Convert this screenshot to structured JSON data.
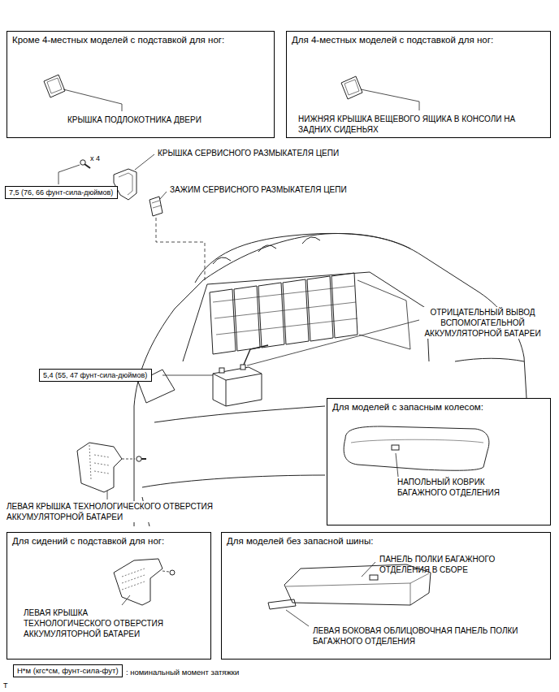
{
  "diagram": {
    "nodes": [
      {
        "text": [
          "Кроме 4-местных моделей с подставкой для ног:",
          "КРЫШКА ПОДЛОКОТНИКА ДВЕРИ"
        ]
      },
      {
        "text": [
          "Для 4-местных моделей с подставкой для ног:",
          "НИЖНЯЯ КРЫШКА ВЕЩЕВОГО ЯЩИКА В КОНСОЛИ НА ЗАДНИХ СИДЕНЬЯХ"
        ]
      },
      {
        "text": [
          "7,5 (76, 66 фунт-сила-дюймов)"
        ]
      },
      {
        "text": [
          "5,4 (55, 47 фунт-сила-дюймов)"
        ]
      },
      {
        "text": [
          "Для моделей с запасным колесом:",
          "НАПОЛЬНЫЙ КОВРИК БАГАЖНОГО ОТДЕЛЕНИЯ"
        ]
      },
      {
        "text": [
          "Для сидений с подставкой для ног:",
          "ЛЕВАЯ КРЫШКА ТЕХНОЛОГИЧЕСКОГО ОТВЕРСТИЯ АККУМУЛЯТОРНОЙ БАТАРЕИ"
        ]
      },
      {
        "text": [
          "Для моделей без запасной шины:",
          "ПАНЕЛЬ ПОЛКИ БАГАЖНОГО ОТДЕЛЕНИЯ В СБОРЕ",
          "ЛЕВАЯ БОКОВАЯ ОБЛИЦОВОЧНАЯ ПАНЕЛЬ ПОЛКИ БАГАЖНОГО ОТДЕЛЕНИЯ"
        ]
      },
      {
        "text": [
          "Н*м (кгс*см, фунт-сила-фут)"
        ]
      }
    ],
    "labels": [
      "x 4",
      "КРЫШКА СЕРВИСНОГО РАЗМЫКАТЕЛЯ ЦЕПИ",
      "ЗАЖИМ СЕРВИСНОГО РАЗМЫКАТЕЛЯ ЦЕПИ",
      "ОТРИЦАТЕЛЬНЫЙ ВЫВОД ВСПОМОГАТЕЛЬНОЙ АККУМУЛЯТОРНОЙ БАТАРЕИ",
      "ЛЕВАЯ КРЫШКА ТЕХНОЛОГИЧЕСКОГО ОТВЕРСТИЯ АККУМУЛЯТОРНОЙ БАТАРЕИ",
      ": номинальный момент затяжки",
      "T"
    ]
  }
}
